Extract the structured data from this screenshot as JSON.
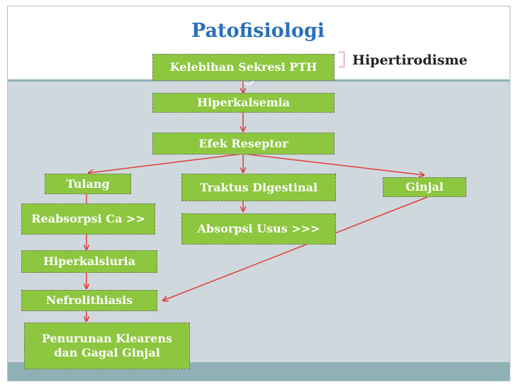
{
  "title": "Patofisiologi",
  "side_label": "Hipertirodisme",
  "nodes": {
    "kelebihan": "Kelebihan Sekresi PTH",
    "hiperkalsemia": "Hiperkalsemia",
    "efek": "Efek Reseptor",
    "tulang": "Tulang",
    "traktus": "Traktus Digestinal",
    "ginjal": "Ginjal",
    "reabsorpsi": "Reabsorpsi Ca >>",
    "absorpsi": "Absorpsi Usus >>>",
    "hiperkalsiuria": "Hiperkalsiuria",
    "nefrolithiasis": "Nefrolithiasis",
    "penurunan_line1": "Penurunan Klearens",
    "penurunan_line2": "dan Gagal Ginjal"
  },
  "colors": {
    "box_fill": "#8dc63f",
    "arrow": "#e03c3c",
    "title": "#2a70b8"
  }
}
